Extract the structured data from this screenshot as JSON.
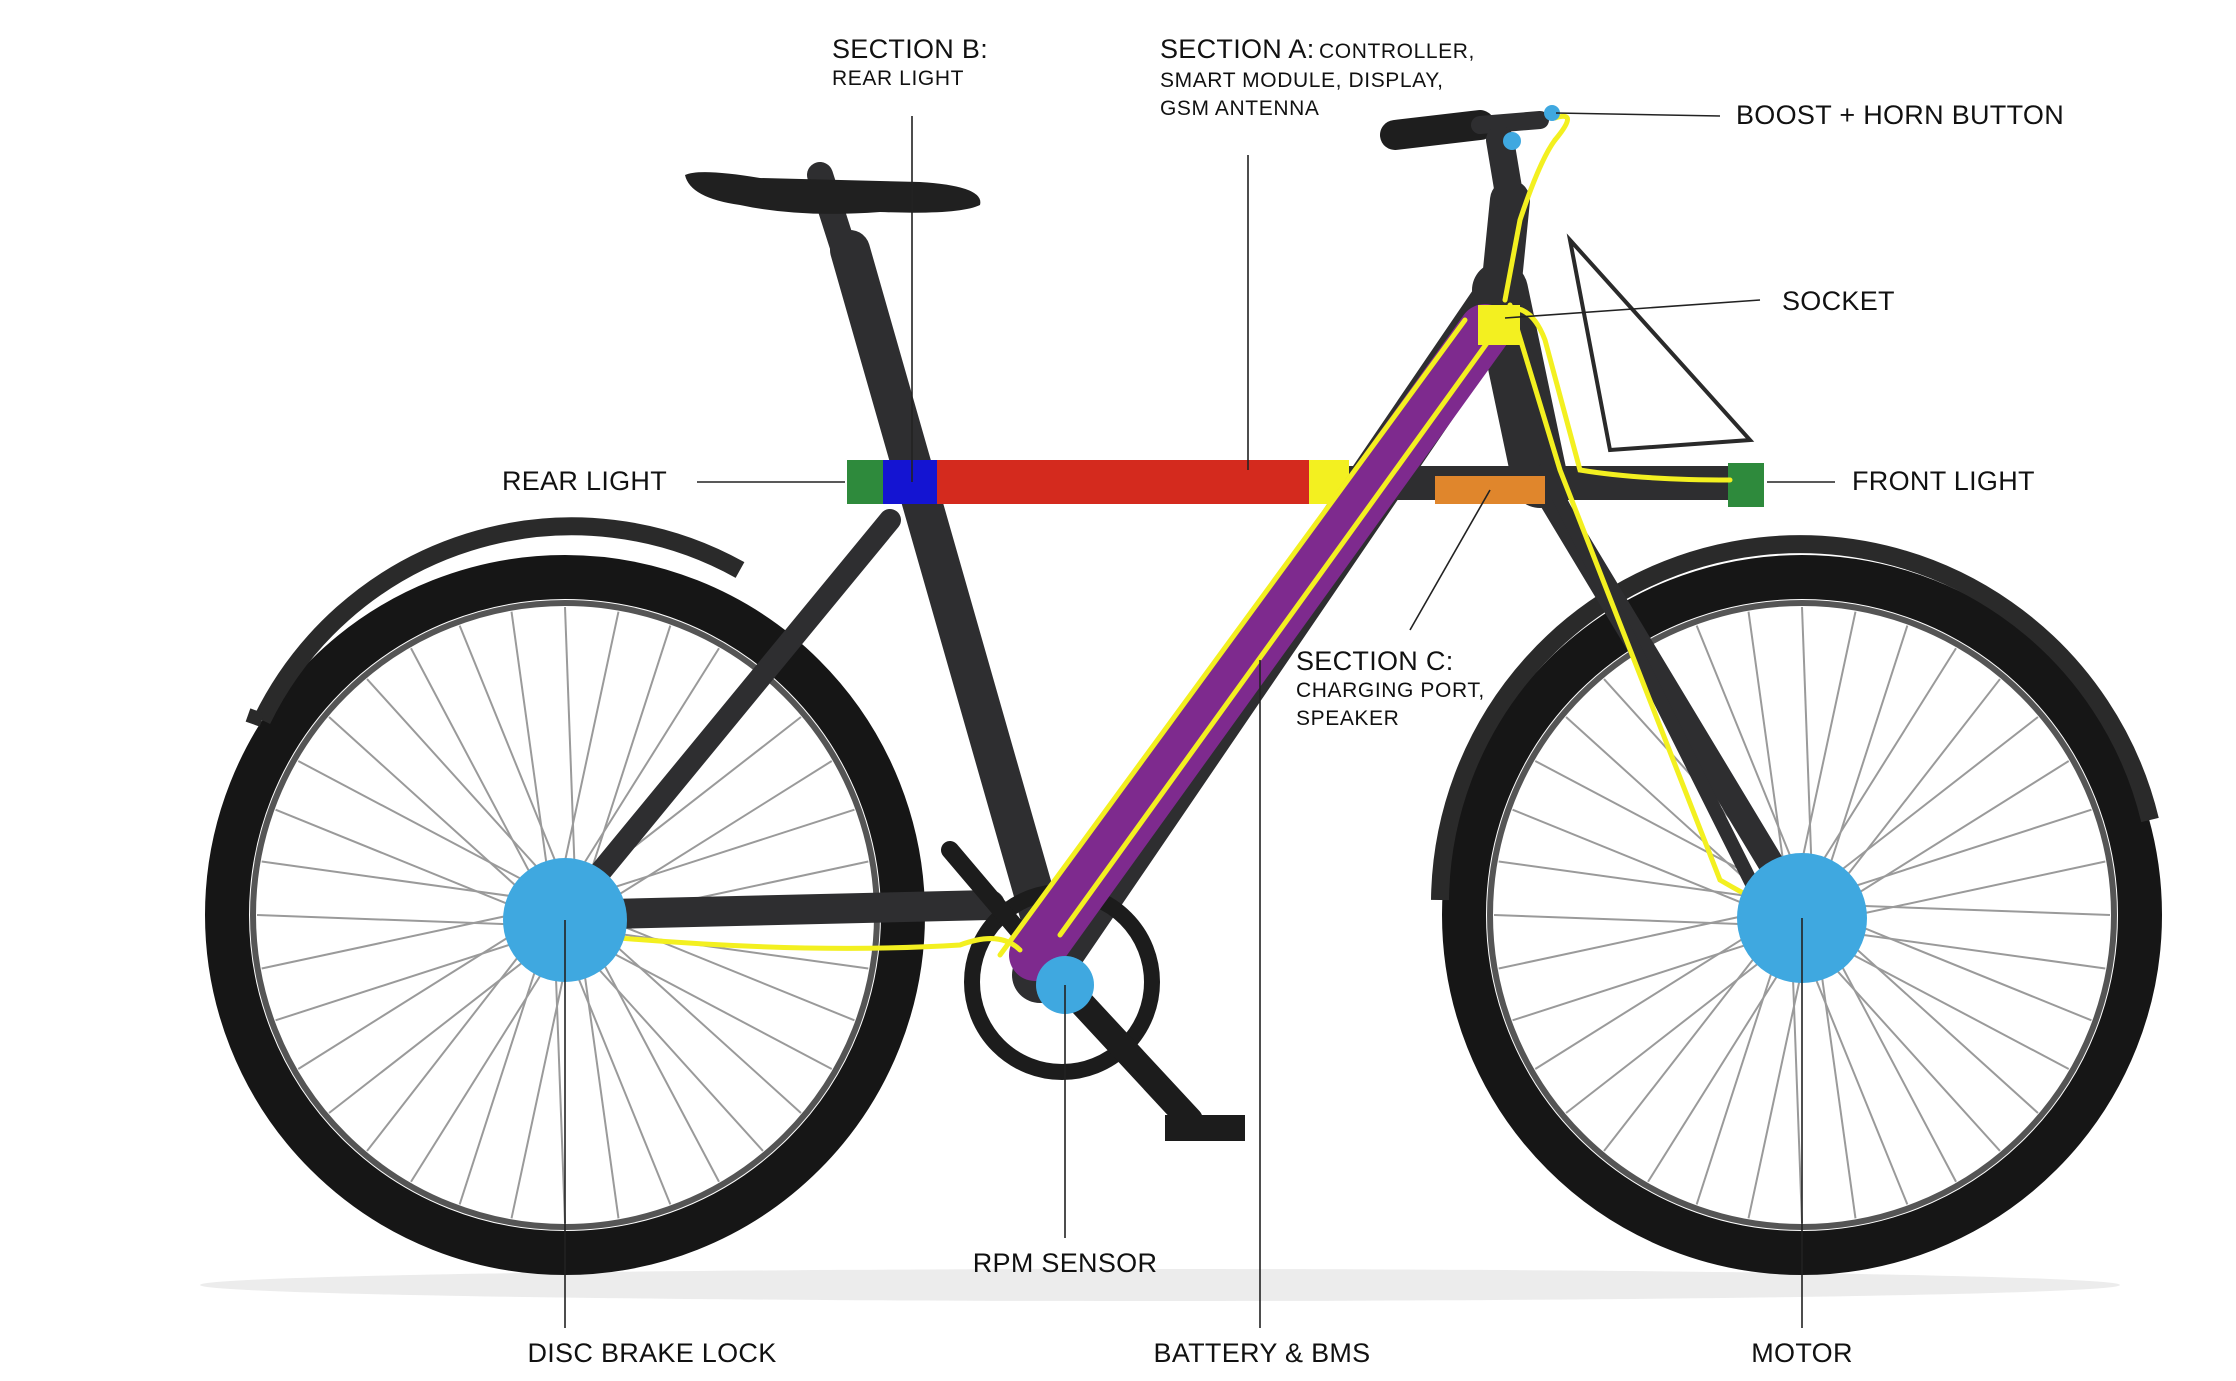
{
  "labels": {
    "section_a": {
      "title": "SECTION A:",
      "line1": "CONTROLLER,",
      "line2": "SMART MODULE, DISPLAY,",
      "line3": "GSM ANTENNA"
    },
    "section_b": {
      "title": "SECTION B:",
      "line1": "REAR LIGHT"
    },
    "section_c": {
      "title": "SECTION C:",
      "line1": "CHARGING PORT,",
      "line2": "SPEAKER"
    },
    "boost_horn": "BOOST + HORN BUTTON",
    "socket": "SOCKET",
    "rear_light": "REAR LIGHT",
    "front_light": "FRONT LIGHT",
    "rpm_sensor": "RPM SENSOR",
    "disc_brake_lock": "DISC BRAKE LOCK",
    "battery_bms": "BATTERY & BMS",
    "motor": "MOTOR"
  },
  "colors": {
    "frame": "#2e2e30",
    "tire": "#161616",
    "section_a": "#d42a1e",
    "section_b": "#1414d2",
    "section_c": "#e0862c",
    "lights": "#2e8a3c",
    "battery": "#7e2a8e",
    "wiring": "#f3f020",
    "hubs": "#3fa8e0",
    "leader": "#222222"
  }
}
